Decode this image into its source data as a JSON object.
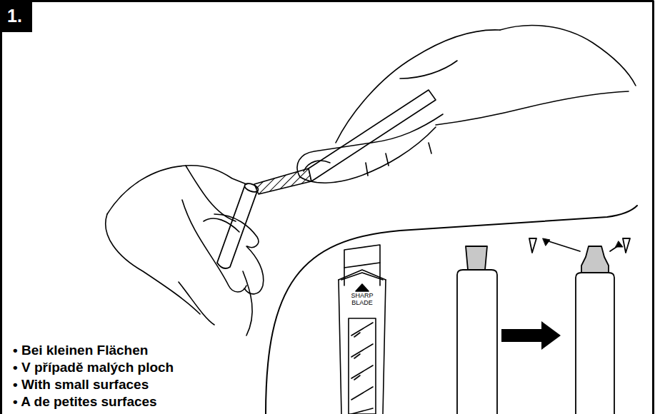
{
  "diagram": {
    "nodes": [
      {
        "text": [
          "1."
        ]
      }
    ],
    "labels": [
      "• Bei kleinen Flächen",
      "• V případě malých ploch",
      "• With small surfaces",
      "• A de petites surfaces",
      "SHARP BLADE"
    ]
  }
}
